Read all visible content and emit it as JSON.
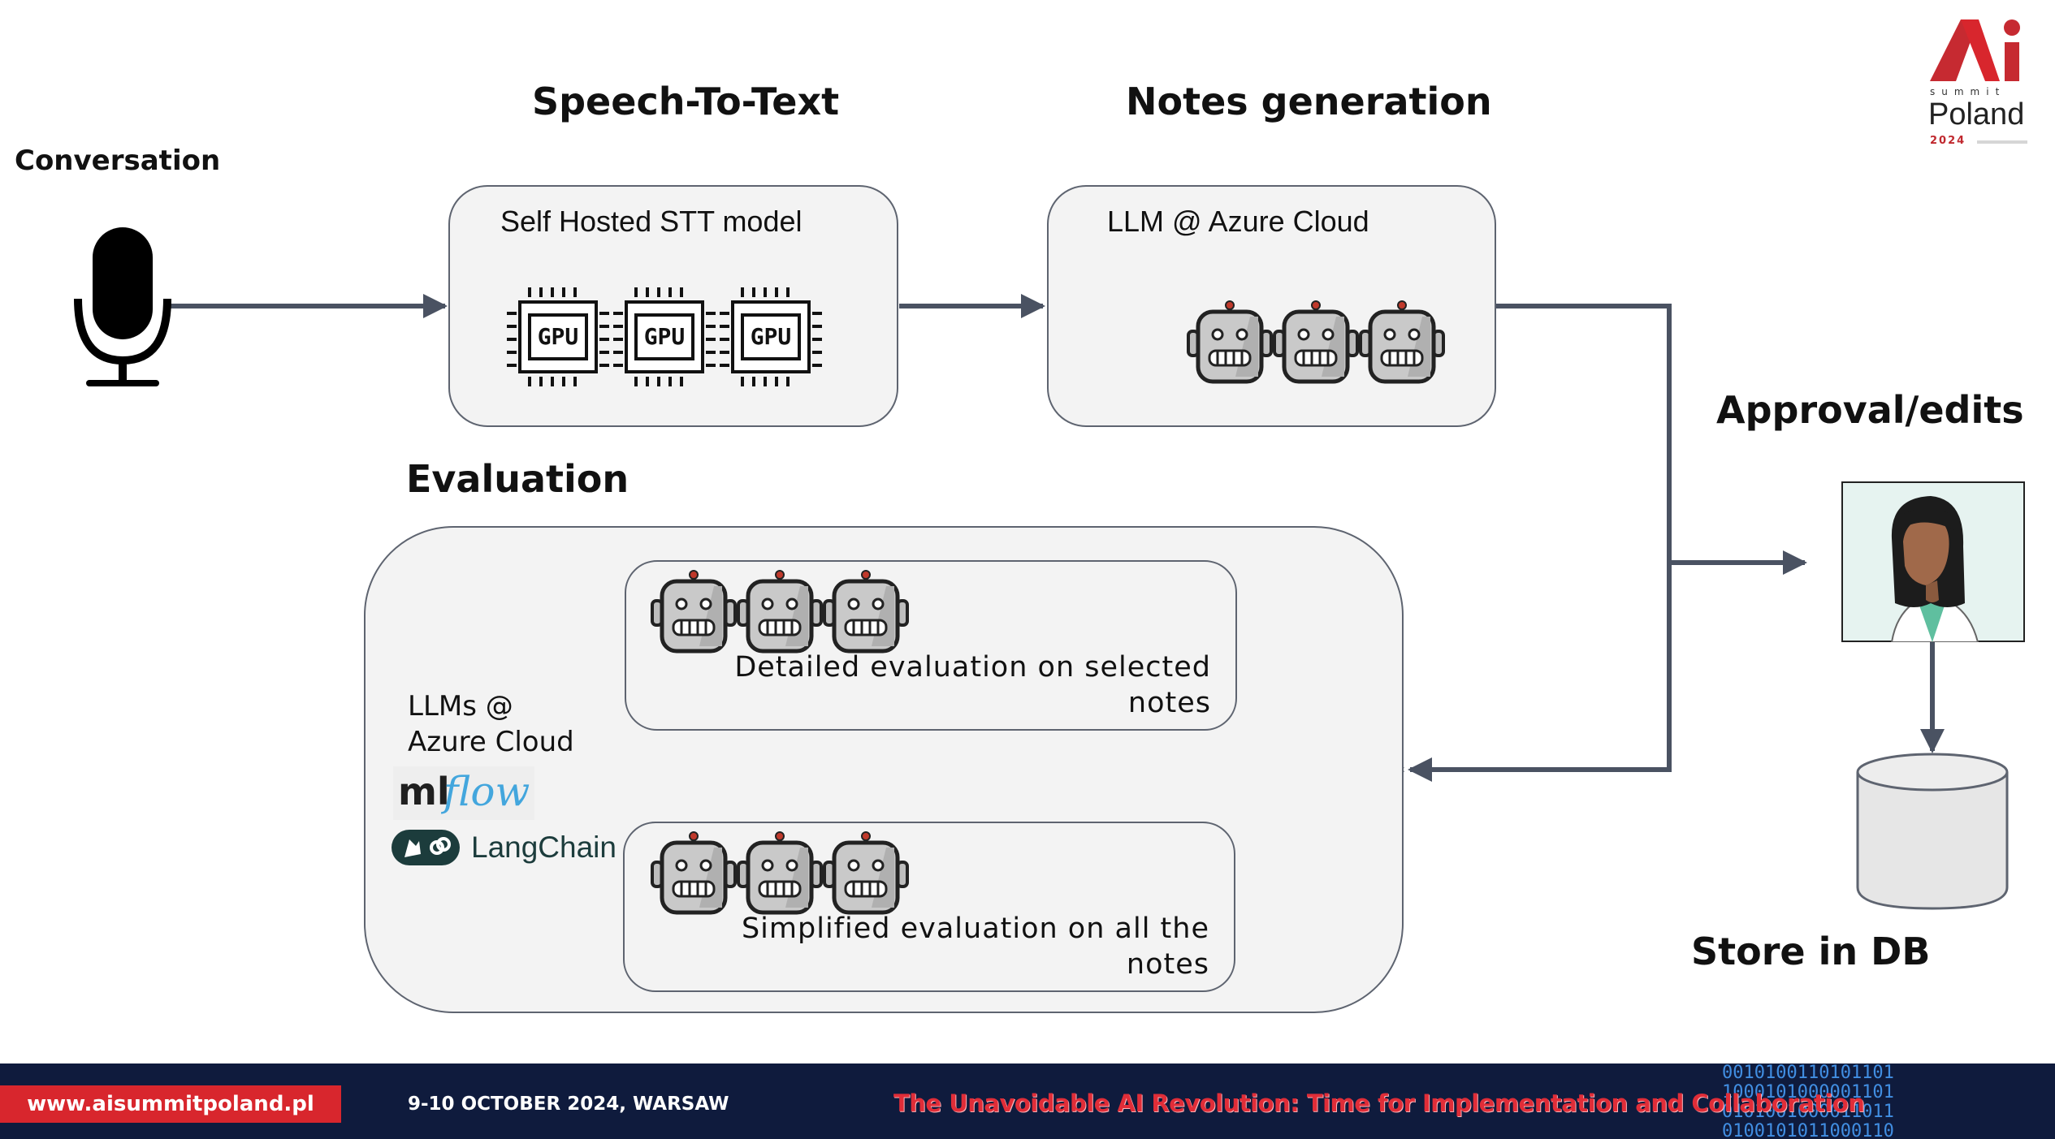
{
  "headings": {
    "conversation": "Conversation",
    "speech_to_text": "Speech-To-Text",
    "notes_generation": "Notes generation",
    "approval": "Approval/edits",
    "evaluation": "Evaluation",
    "store": "Store in DB"
  },
  "stt_box": {
    "label": "Self Hosted STT model",
    "chip_text": "GPU"
  },
  "notes_box": {
    "label": "LLM @ Azure Cloud"
  },
  "evaluation": {
    "llms_line1": "LLMs @",
    "llms_line2": "Azure Cloud",
    "mlflow_ml": "ml",
    "mlflow_flow": "flow",
    "langchain": "LangChain",
    "detailed_line1": "Detailed evaluation on selected",
    "detailed_line2": "notes",
    "simplified_line1": "Simplified evaluation on all the",
    "simplified_line2": "notes"
  },
  "logo": {
    "mark": "Ai",
    "small": "summit",
    "country": "Poland",
    "year": "2024"
  },
  "footer": {
    "url": "www.aisummitpoland.pl",
    "date": "9-10 OCTOBER 2024, WARSAW",
    "tagline": "The Unavoidable AI Revolution: Time for Implementation and Collaboration",
    "binary": "0010100110101101\n1000101000001101\n0101001000011011\n0100101011000110"
  },
  "colors": {
    "connector": "#4a5262",
    "box_fill": "#f3f3f3",
    "footer_bg": "#0f1b3d",
    "accent_red": "#d8262d",
    "mlflow_blue": "#43a6dd",
    "langchain_green": "#1c3c3c"
  }
}
